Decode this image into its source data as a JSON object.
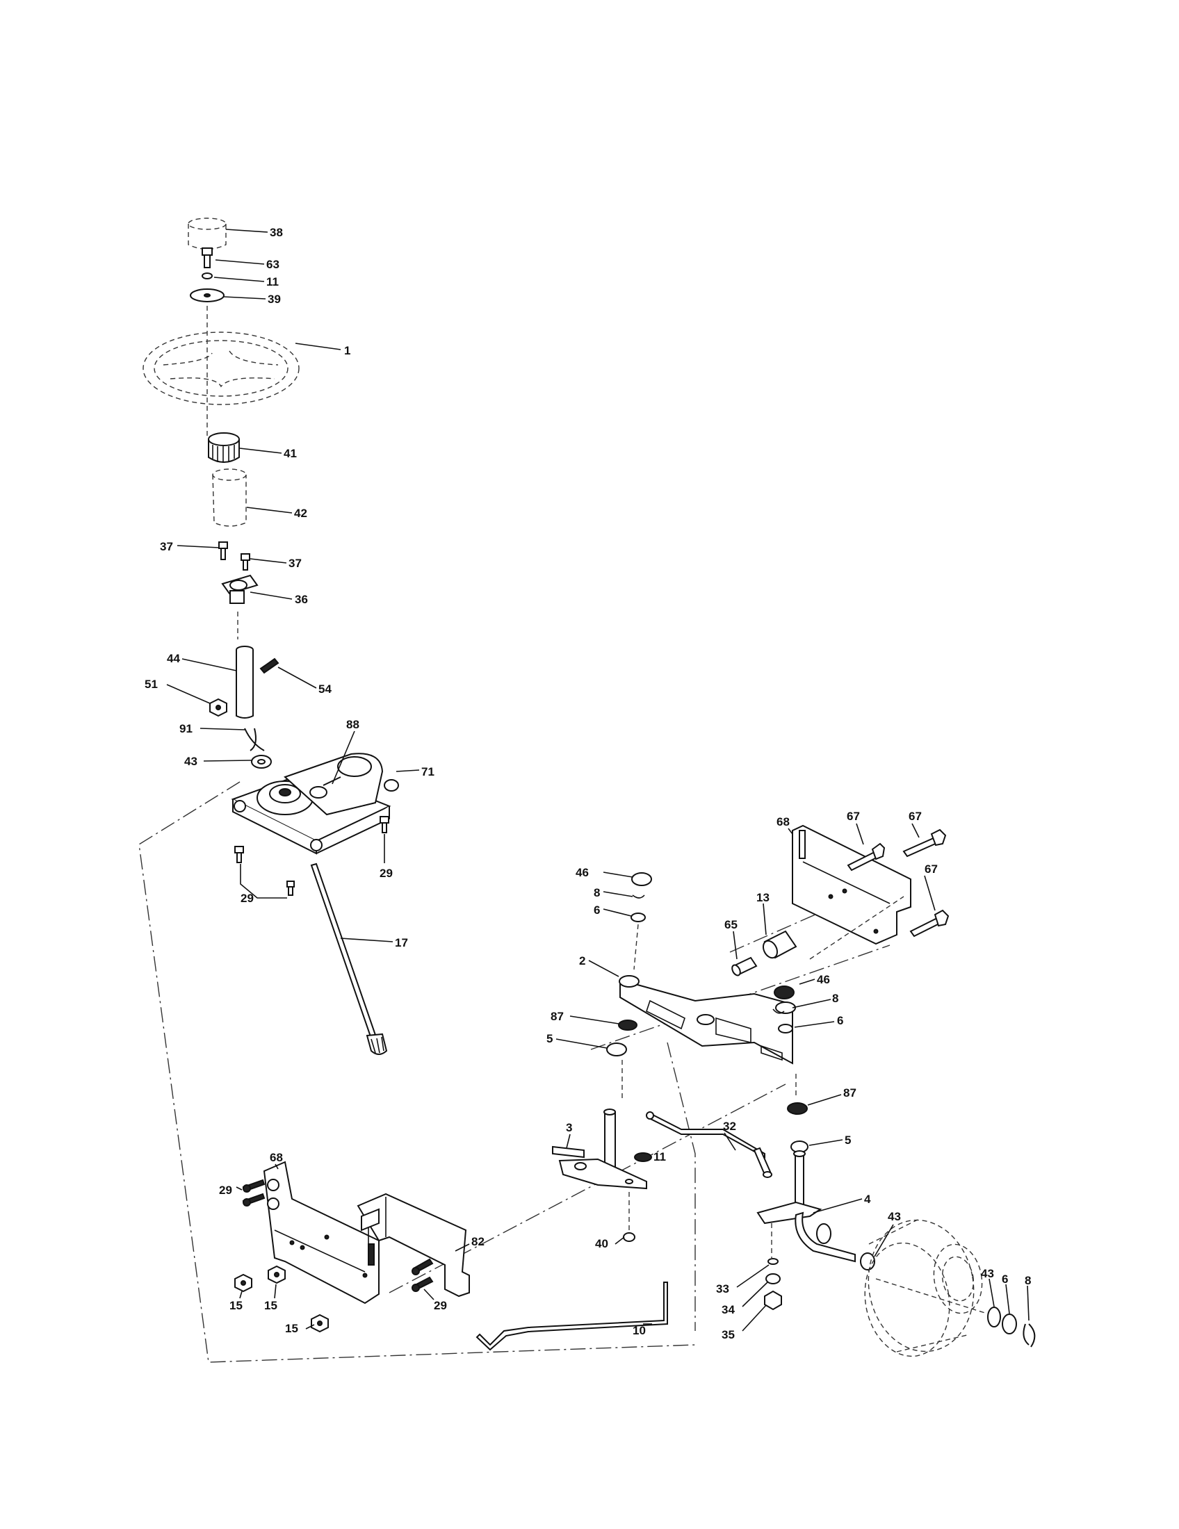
{
  "callouts": {
    "c38": "38",
    "c63": "63",
    "c11a": "11",
    "c39": "39",
    "c1": "1",
    "c41": "41",
    "c42": "42",
    "c37a": "37",
    "c37b": "37",
    "c36": "36",
    "c44": "44",
    "c54": "54",
    "c51": "51",
    "c91": "91",
    "c88": "88",
    "c43a": "43",
    "c71": "71",
    "c29a": "29",
    "c29b": "29",
    "c17": "17",
    "c68a": "68",
    "c67a": "67",
    "c67b": "67",
    "c67c": "67",
    "c46a": "46",
    "c8a": "8",
    "c6a": "6",
    "c13": "13",
    "c65": "65",
    "c2": "2",
    "c46b": "46",
    "c8b": "8",
    "c6b": "6",
    "c87a": "87",
    "c5a": "5",
    "c87b": "87",
    "c5b": "5",
    "c3": "3",
    "c32": "32",
    "c11b": "11",
    "c4": "4",
    "c43b": "43",
    "c68b": "68",
    "c29c": "29",
    "c82": "82",
    "c40": "40",
    "c15a": "15",
    "c15b": "15",
    "c29d": "29",
    "c15c": "15",
    "c10": "10",
    "c33": "33",
    "c34": "34",
    "c35": "35",
    "c43c": "43",
    "c6c": "6",
    "c8c": "8"
  }
}
